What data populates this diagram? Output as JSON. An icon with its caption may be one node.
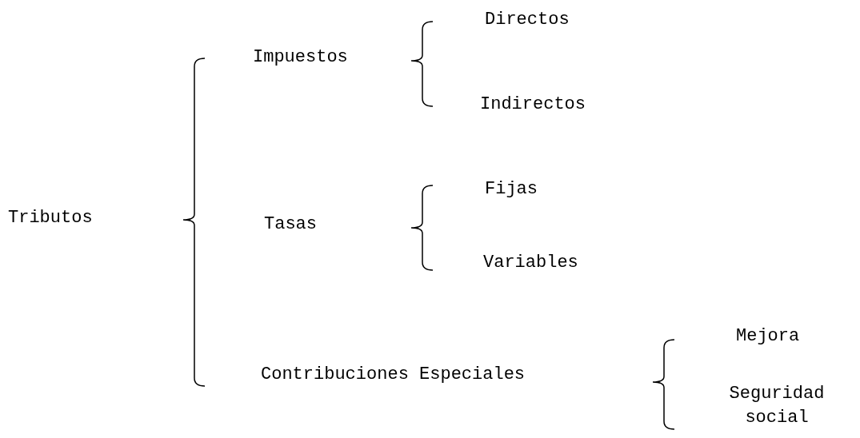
{
  "diagram": {
    "nodes": [
      {
        "text": [
          "Tributos"
        ]
      },
      {
        "text": [
          "Impuestos"
        ]
      },
      {
        "text": [
          "Directos"
        ]
      },
      {
        "text": [
          "Indirectos"
        ]
      },
      {
        "text": [
          "Tasas"
        ]
      },
      {
        "text": [
          "Fijas"
        ]
      },
      {
        "text": [
          "Variables"
        ]
      },
      {
        "text": [
          "Contribuciones Especiales"
        ]
      },
      {
        "text": [
          "Mejora"
        ]
      },
      {
        "text": [
          "Seguridad social"
        ]
      }
    ]
  }
}
